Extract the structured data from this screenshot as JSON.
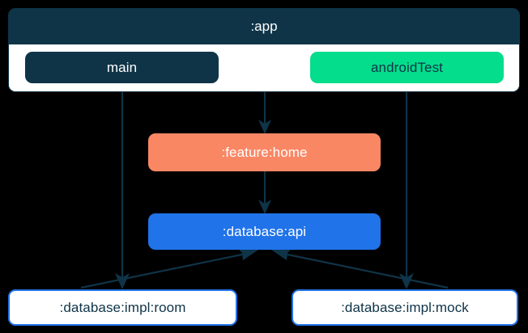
{
  "diagram": {
    "type": "module-dependency-graph",
    "background_color": "#000000",
    "colors": {
      "container_navy": "#0f3448",
      "source_set_main": "#0f3448",
      "source_set_android_test": "#04dd8b",
      "feature_orange": "#fa8764",
      "api_blue": "#2073e8",
      "impl_border_blue": "#2073e8",
      "impl_fill_white": "#ffffff",
      "edge_stroke": "#0f3448"
    },
    "container": {
      "title": ":app",
      "source_sets": [
        {
          "label": "main",
          "variant": "main"
        },
        {
          "label": "androidTest",
          "variant": "androidTest"
        }
      ]
    },
    "nodes": [
      {
        "id": "feature-home",
        "label": ":feature:home",
        "style": "filled-orange"
      },
      {
        "id": "database-api",
        "label": ":database:api",
        "style": "filled-blue"
      },
      {
        "id": "database-impl-room",
        "label": ":database:impl:room",
        "style": "outlined-blue"
      },
      {
        "id": "database-impl-mock",
        "label": ":database:impl:mock",
        "style": "outlined-blue"
      }
    ],
    "edges": [
      {
        "from": ":app",
        "to": ":feature:home",
        "direction": "down"
      },
      {
        "from": ":feature:home",
        "to": ":database:api",
        "direction": "down"
      },
      {
        "from": "main",
        "to": ":database:impl:room",
        "direction": "down"
      },
      {
        "from": "androidTest",
        "to": ":database:impl:mock",
        "direction": "down"
      },
      {
        "from": ":database:impl:room",
        "to": ":database:api",
        "direction": "up-right"
      },
      {
        "from": ":database:impl:mock",
        "to": ":database:api",
        "direction": "up-left"
      }
    ]
  }
}
